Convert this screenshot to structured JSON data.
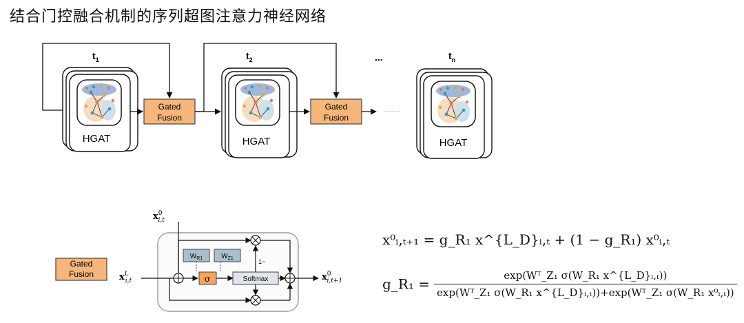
{
  "title": "结合门控融合机制的序列超图注意力神经网络",
  "top": {
    "time_labels": [
      "t",
      "t",
      "t"
    ],
    "time_subs": [
      "1",
      "2",
      "n"
    ],
    "ellipsis_top": "...",
    "ellipsis_mid": "······",
    "model_label": "HGAT",
    "gf_line1": "Gated",
    "gf_line2": "Fusion"
  },
  "detail": {
    "gf_line1": "Gated",
    "gf_line2": "Fusion",
    "input_top": "x",
    "input_top_sub": "i,t",
    "input_top_sup": "0",
    "input_left": "x",
    "input_left_sub": "i,t",
    "input_left_sup": "L",
    "output": "x",
    "output_sub": "i,t+1",
    "output_sup": "0",
    "w_r": "W",
    "w_r_sub": "R1",
    "w_z": "W",
    "w_z_sub": "Z1",
    "sigma": "σ",
    "softmax": "Softmax",
    "one_minus": "1−",
    "times": "⊗",
    "plus": "⊕"
  },
  "equations": {
    "eq1": "x⁰ᵢ,ₜ₊₁ = g_R₁ x^{L_D}ᵢ,ₜ + (1 − g_R₁) x⁰ᵢ,ₜ",
    "eq2_lhs": "g_R₁ =",
    "eq2_num": "exp(Wᵀ_Z₁ σ(W_R₁ x^{L_D}ᵢ,ₜ))",
    "eq2_den": "exp(Wᵀ_Z₁ σ(W_R₁ x^{L_D}ᵢ,ₜ))+exp(Wᵀ_Z₁ σ(W_R₁ x⁰ᵢ,ₜ))"
  },
  "colors": {
    "gated_fusion_fill": "#f6b67a",
    "gated_fusion_stroke": "#444444",
    "weight_fill": "#a9bfcc",
    "sigma_fill": "#f5a35c",
    "softmax_fill": "#dfe5ea",
    "container_stroke": "#9a9a9a"
  }
}
